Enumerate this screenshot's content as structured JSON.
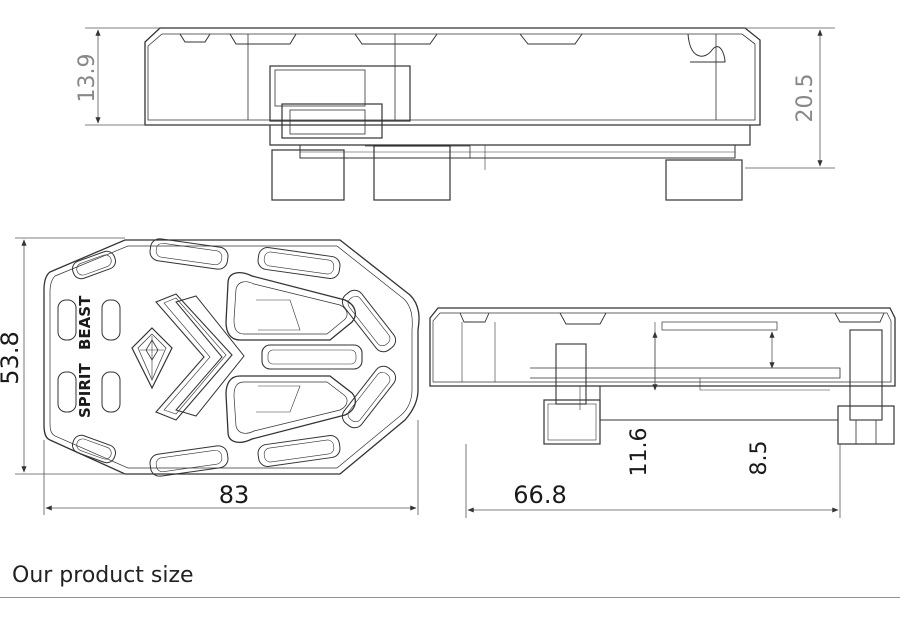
{
  "dimensions": {
    "top_left": "13.9",
    "top_right": "20.5",
    "front_height": "53.8",
    "front_width": "83",
    "side_width": "66.8",
    "side_mid": "11.6",
    "side_right": "8.5"
  },
  "logo": {
    "line1": "SPIRIT",
    "line2": "BEAST"
  },
  "caption": "Our product size",
  "colors": {
    "line": "#333333",
    "thin": "#555555",
    "accent_rule": "#e8734a"
  }
}
